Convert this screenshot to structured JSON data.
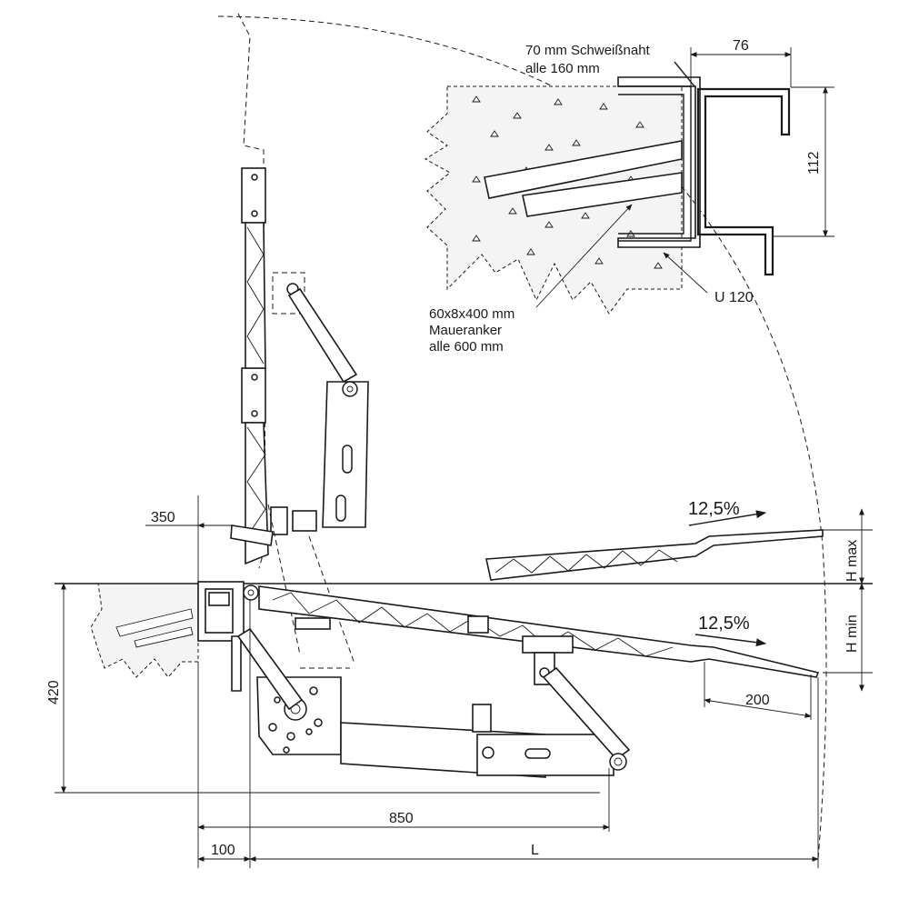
{
  "labels": {
    "weld_line1": "70 mm Schweißnaht",
    "weld_line2": "alle 160 mm",
    "anchor_line1": "60x8x400 mm",
    "anchor_line2": "Maueranker",
    "anchor_line3": "alle 600 mm",
    "profile": "U 120"
  },
  "dimensions": {
    "d76": "76",
    "d112": "112",
    "d350": "350",
    "d420": "420",
    "d850": "850",
    "d100": "100",
    "dL": "L",
    "d200": "200",
    "hmax": "H max",
    "hmin": "H min"
  },
  "slopes": {
    "upper": "12,5%",
    "lower": "12,5%"
  }
}
